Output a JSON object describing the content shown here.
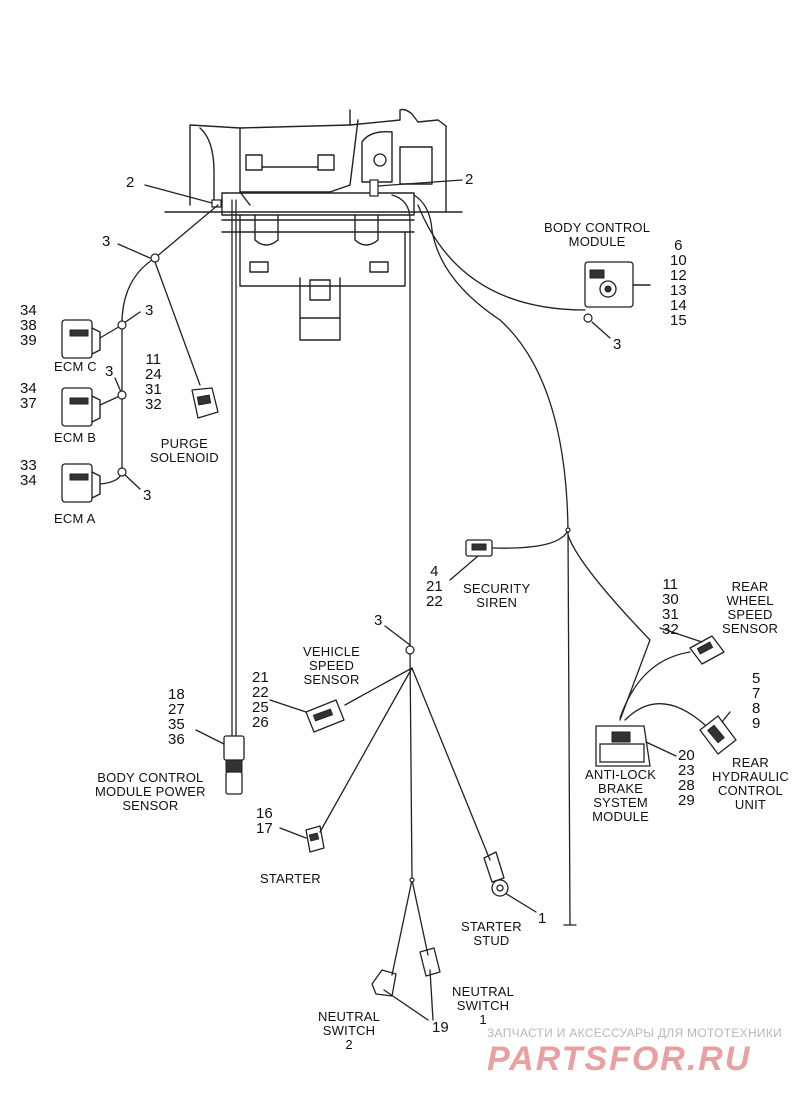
{
  "callouts": {
    "bracket_left": "2",
    "bracket_right": "2",
    "tie_upper_left": "3",
    "tie_ecm_c": "3",
    "tie_ecm_b": "3",
    "tie_ecm_a": "3",
    "tie_body_control": "3",
    "tie_center": "3",
    "ecm_c": "34\n38\n39",
    "ecm_b": "34\n37",
    "ecm_a": "33\n34",
    "purge_solenoid": "11\n24\n31\n32",
    "body_control_module": "6\n10\n12\n13\n14\n15",
    "security_siren": "4\n21\n22",
    "rear_wheel_speed_sensor": "11\n30\n31\n32",
    "rear_hydraulic_control_unit": "5\n7\n8\n9",
    "abs_module": "20\n23\n28\n29",
    "vehicle_speed_sensor": "21\n22\n25\n26",
    "bcm_power_sensor": "18\n27\n35\n36",
    "starter": "16\n17",
    "starter_stud": "1",
    "neutral_switches": "19"
  },
  "labels": {
    "body_control_module": "BODY CONTROL\nMODULE",
    "ecm_c": "ECM C",
    "ecm_b": "ECM B",
    "ecm_a": "ECM A",
    "purge_solenoid": "PURGE\nSOLENOID",
    "security_siren": "SECURITY\nSIREN",
    "rear_wheel_speed_sensor": "REAR\nWHEEL\nSPEED\nSENSOR",
    "vehicle_speed_sensor": "VEHICLE\nSPEED\nSENSOR",
    "bcm_power_sensor": "BODY CONTROL\nMODULE POWER\nSENSOR",
    "abs_module": "ANTI-LOCK\nBRAKE\nSYSTEM\nMODULE",
    "rear_hydraulic_control_unit": "REAR\nHYDRAULIC\nCONTROL\nUNIT",
    "starter": "STARTER",
    "starter_stud": "STARTER\nSTUD",
    "neutral_switch_1": "NEUTRAL\nSWITCH\n1",
    "neutral_switch_2": "NEUTRAL\nSWITCH\n2"
  },
  "watermark": {
    "caption": "ЗАПЧАСТИ И АКСЕССУАРЫ ДЛЯ МОТОТЕХНИКИ",
    "logo_text": "PARTSFOR.RU",
    "logo_color": "#e8a0a0"
  }
}
